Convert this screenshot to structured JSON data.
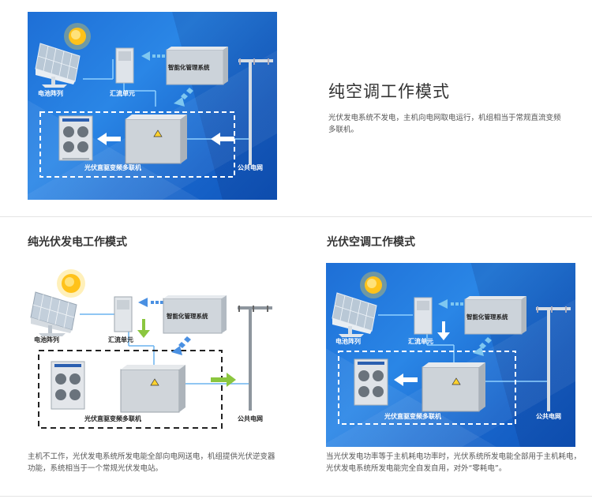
{
  "labels": {
    "panel_array": "电池阵列",
    "combiner": "汇流单元",
    "smart_system": "智能化管理系统",
    "unit": "光伏直驱变频多联机",
    "grid": "公共电网"
  },
  "sections": [
    {
      "title": "纯空调工作模式",
      "description": "光伏发电系统不发电，主机向电网取电运行，机组相当于常规直流变频多联机。"
    },
    {
      "title": "纯光伏发电工作模式",
      "description": "主机不工作，光伏发电系统所发电能全部向电网送电，机组提供光伏逆变器功能，系统相当于一个常规光伏发电站。"
    },
    {
      "title": "光伏空调工作模式",
      "description": "当光伏发电功率等于主机耗电功率时，光伏系统所发电能全部用于主机耗电，光伏发电系统所发电能完全自发自用，对外“零耗电”。"
    }
  ],
  "colors": {
    "blue_bg": "#1e6fd6",
    "green_arrow": "#8bc63f",
    "grid_line": "#6bb3ef",
    "dashed_arrow": "#7fc7f0"
  }
}
